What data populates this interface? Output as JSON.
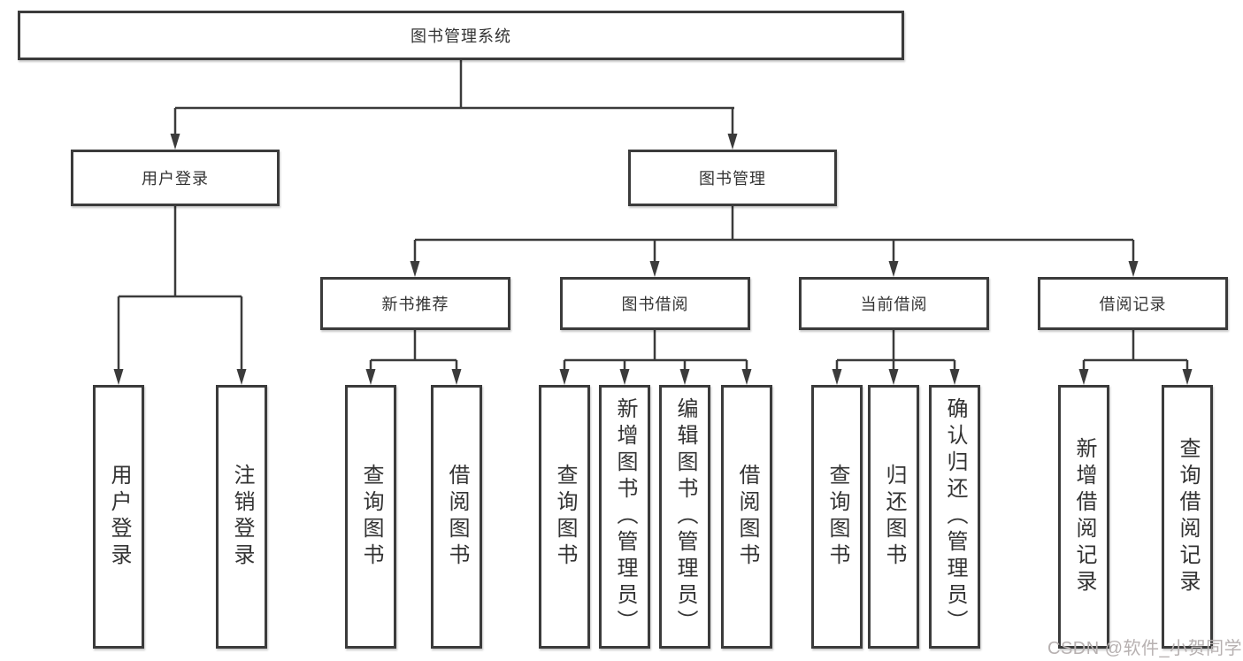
{
  "tree": {
    "root": {
      "label": "图书管理系统",
      "children": [
        {
          "label": "用户登录",
          "children": [
            {
              "label": "用户登录"
            },
            {
              "label": "注销登录"
            }
          ]
        },
        {
          "label": "图书管理",
          "children": [
            {
              "label": "新书推荐",
              "children": [
                {
                  "label": "查询图书"
                },
                {
                  "label": "借阅图书"
                }
              ]
            },
            {
              "label": "图书借阅",
              "children": [
                {
                  "label": "查询图书"
                },
                {
                  "label": "新增图书（管理员）"
                },
                {
                  "label": "编辑图书（管理员）"
                },
                {
                  "label": "借阅图书"
                }
              ]
            },
            {
              "label": "当前借阅",
              "children": [
                {
                  "label": "查询图书"
                },
                {
                  "label": "归还图书"
                },
                {
                  "label": "确认归还（管理员）"
                }
              ]
            },
            {
              "label": "借阅记录",
              "children": [
                {
                  "label": "新增借阅记录"
                },
                {
                  "label": "查询借阅记录"
                }
              ]
            }
          ]
        }
      ]
    }
  },
  "watermark": {
    "text": "CSDN @软件_小贺同学"
  },
  "colors": {
    "line": "#3b3b3b",
    "box_border": "#3b3b3b",
    "text": "#333333",
    "watermark": "#b7b1b1",
    "background": "#ffffff"
  }
}
